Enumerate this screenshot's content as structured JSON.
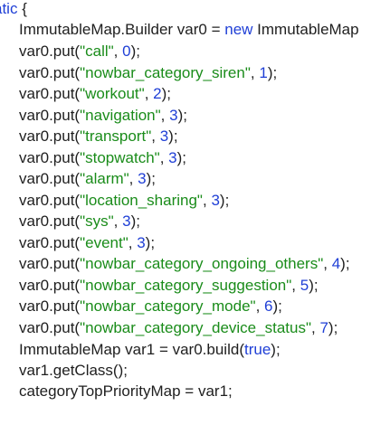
{
  "colors": {
    "background": "#ffffff",
    "text": "#1f1f1f",
    "keyword": "#1f3fd6",
    "string": "#1a8c1a",
    "number": "#1f3fd6"
  },
  "code": {
    "header": {
      "kw": "atic",
      "rest": " {"
    },
    "builder_decl": {
      "a": "ImmutableMap.Builder var0 = ",
      "kw": "new",
      "b": " ImmutableMap"
    },
    "puts": [
      {
        "prefix": "var0.put(",
        "key": "\"call\"",
        "sep": ", ",
        "value": "0",
        "suffix": ");"
      },
      {
        "prefix": "var0.put(",
        "key": "\"nowbar_category_siren\"",
        "sep": ", ",
        "value": "1",
        "suffix": ");"
      },
      {
        "prefix": "var0.put(",
        "key": "\"workout\"",
        "sep": ", ",
        "value": "2",
        "suffix": ");"
      },
      {
        "prefix": "var0.put(",
        "key": "\"navigation\"",
        "sep": ", ",
        "value": "3",
        "suffix": ");"
      },
      {
        "prefix": "var0.put(",
        "key": "\"transport\"",
        "sep": ", ",
        "value": "3",
        "suffix": ");"
      },
      {
        "prefix": "var0.put(",
        "key": "\"stopwatch\"",
        "sep": ", ",
        "value": "3",
        "suffix": ");"
      },
      {
        "prefix": "var0.put(",
        "key": "\"alarm\"",
        "sep": ", ",
        "value": "3",
        "suffix": ");"
      },
      {
        "prefix": "var0.put(",
        "key": "\"location_sharing\"",
        "sep": ", ",
        "value": "3",
        "suffix": ");"
      },
      {
        "prefix": "var0.put(",
        "key": "\"sys\"",
        "sep": ", ",
        "value": "3",
        "suffix": ");"
      },
      {
        "prefix": "var0.put(",
        "key": "\"event\"",
        "sep": ", ",
        "value": "3",
        "suffix": ");"
      },
      {
        "prefix": "var0.put(",
        "key": "\"nowbar_category_ongoing_others\"",
        "sep": ", ",
        "value": "4",
        "suffix": ");"
      },
      {
        "prefix": "var0.put(",
        "key": "\"nowbar_category_suggestion\"",
        "sep": ", ",
        "value": "5",
        "suffix": ");"
      },
      {
        "prefix": "var0.put(",
        "key": "\"nowbar_category_mode\"",
        "sep": ", ",
        "value": "6",
        "suffix": ");"
      },
      {
        "prefix": "var0.put(",
        "key": "\"nowbar_category_device_status\"",
        "sep": ", ",
        "value": "7",
        "suffix": ");"
      }
    ],
    "build_line": {
      "a": "ImmutableMap var1 = var0.build(",
      "kw": "true",
      "b": ");"
    },
    "getclass_line": "var1.getClass();",
    "assign_line": "categoryTopPriorityMap = var1;"
  }
}
